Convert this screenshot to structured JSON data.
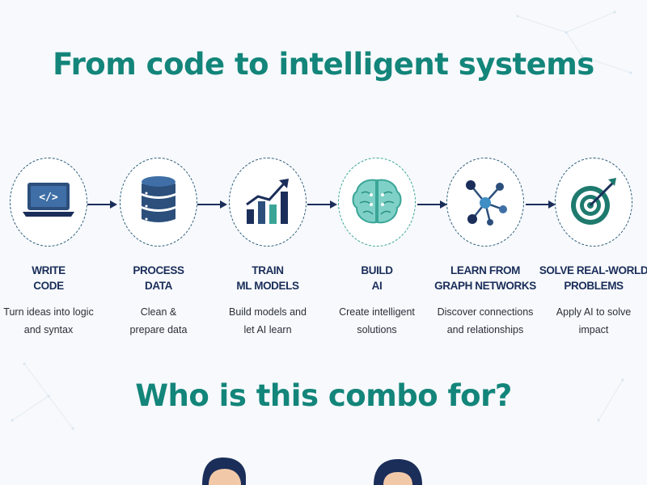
{
  "headline": "From code to intelligent systems",
  "subheadline": "Who is this combo for?",
  "colors": {
    "accent": "#13857a",
    "navy": "#1b2e5a",
    "teal": "#3aa597"
  },
  "steps": [
    {
      "icon": "laptop-code-icon",
      "title_line1": "WRITE",
      "title_line2": "CODE",
      "desc_line1": "Turn ideas into logic",
      "desc_line2": "and syntax"
    },
    {
      "icon": "database-icon",
      "title_line1": "PROCESS",
      "title_line2": "DATA",
      "desc_line1": "Clean &",
      "desc_line2": "prepare data"
    },
    {
      "icon": "growth-chart-icon",
      "title_line1": "TRAIN",
      "title_line2": "ML MODELS",
      "desc_line1": "Build models and",
      "desc_line2": "let AI learn"
    },
    {
      "icon": "brain-circuit-icon",
      "title_line1": "BUILD",
      "title_line2": "AI",
      "desc_line1": "Create intelligent",
      "desc_line2": "solutions"
    },
    {
      "icon": "graph-network-icon",
      "title_line1": "LEARN FROM",
      "title_line2": "GRAPH NETWORKS",
      "desc_line1": "Discover connections",
      "desc_line2": "and relationships"
    },
    {
      "icon": "target-icon",
      "title_line1": "SOLVE REAL-WORLD",
      "title_line2": "PROBLEMS",
      "desc_line1": "Apply AI to solve",
      "desc_line2": "impact"
    }
  ]
}
